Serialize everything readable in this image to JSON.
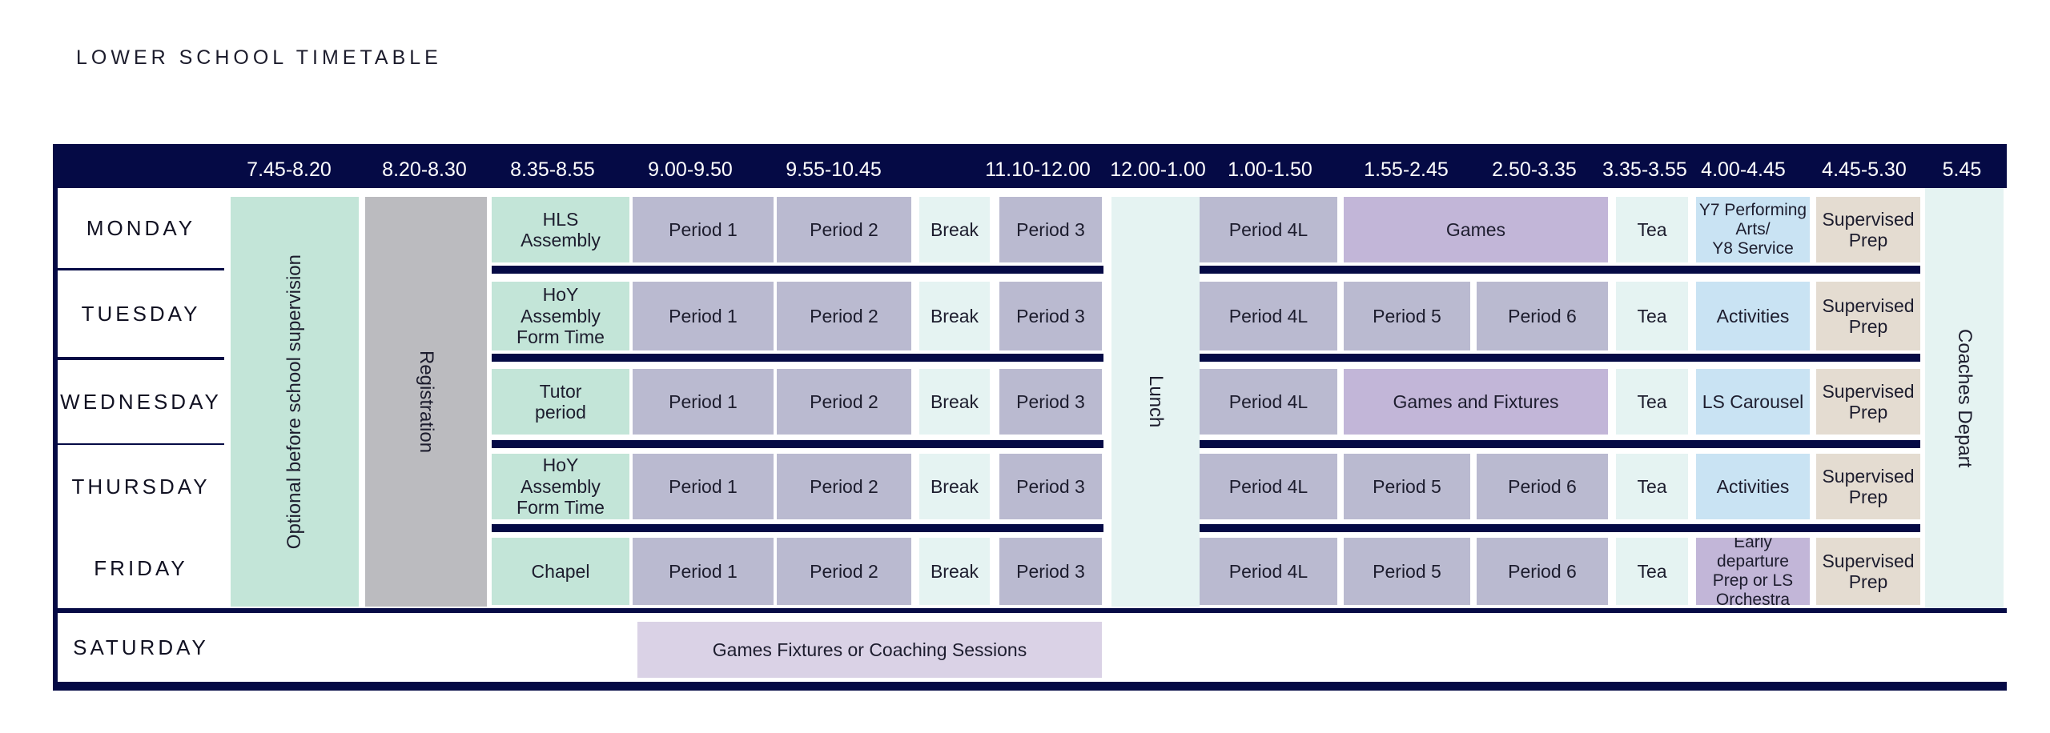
{
  "title": "LOWER SCHOOL TIMETABLE",
  "headers": [
    "7.45-8.20",
    "8.20-8.30",
    "8.35-8.55",
    "9.00-9.50",
    "9.55-10.45",
    "11.10-12.00",
    "12.00-1.00",
    "1.00-1.50",
    "1.55-2.45",
    "2.50-3.35",
    "3.35-3.55",
    "4.00-4.45",
    "4.45-5.30",
    "5.45"
  ],
  "days": [
    "MONDAY",
    "TUESDAY",
    "WEDNESDAY",
    "THURSDAY",
    "FRIDAY",
    "SATURDAY"
  ],
  "spanning": {
    "optional": "Optional before school supervision",
    "registration": "Registration",
    "lunch": "Lunch",
    "coaches": "Coaches Depart"
  },
  "assembly": [
    [
      "HLS",
      "Assembly"
    ],
    [
      "HoY",
      "Assembly",
      "Form Time"
    ],
    [
      "Tutor",
      "period"
    ],
    [
      "HoY",
      "Assembly",
      "Form Time"
    ],
    [
      "Chapel"
    ]
  ],
  "labels": {
    "period1": "Period 1",
    "period2": "Period 2",
    "break": "Break",
    "period3": "Period 3",
    "period4": "Period 4L",
    "period5": "Period 5",
    "period6": "Period 6",
    "games": "Games",
    "games_fixtures": "Games and Fixtures",
    "tea": "Tea",
    "supervised": [
      "Supervised",
      "Prep"
    ]
  },
  "after": {
    "monday": [
      "Y7 Performing",
      "Arts/",
      "Y8 Service"
    ],
    "tuesday": "Activities",
    "wednesday": "LS Carousel",
    "thursday": "Activities",
    "friday": [
      "Early departure",
      "Prep or LS",
      "Orchestra"
    ]
  },
  "saturday_activity": "Games Fixtures or Coaching Sessions",
  "colors": {
    "frame": "#050a45",
    "green": "#c3e5d8",
    "grey": "#bbbbbf",
    "period": "#babad0",
    "light": "#e5f3f2",
    "purple": "#c2b6d8",
    "blue": "#c9e3f3",
    "beige": "#e4dcd1",
    "lavender": "#dad2e6"
  }
}
